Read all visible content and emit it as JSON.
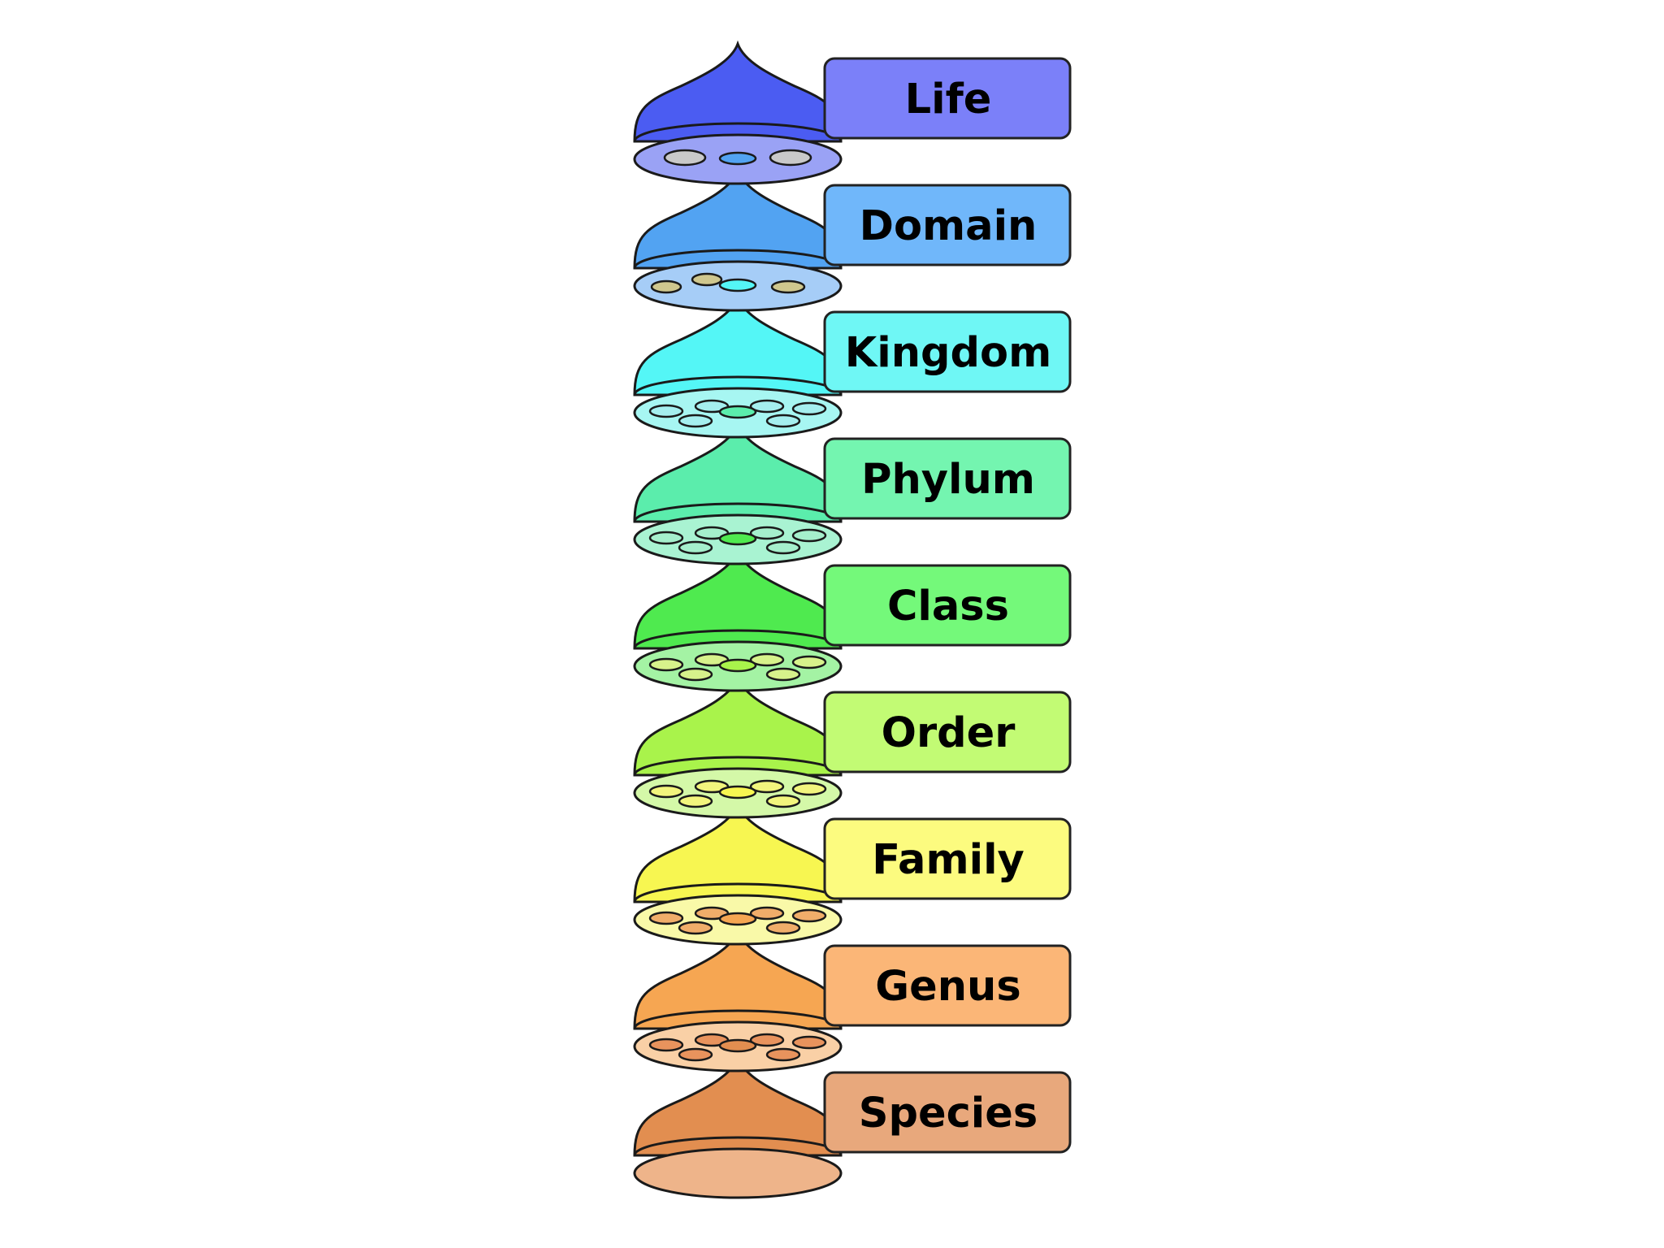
{
  "ranks": [
    {
      "label": "Life",
      "dome_color": "#4b5cf2",
      "disc_color": "#9aa2f5",
      "box_color": "#7b80f9"
    },
    {
      "label": "Domain",
      "dome_color": "#52a3f2",
      "disc_color": "#a6cdf7",
      "box_color": "#70b7fa"
    },
    {
      "label": "Kingdom",
      "dome_color": "#54f6f6",
      "disc_color": "#a7f6f2",
      "box_color": "#6ff7f5"
    },
    {
      "label": "Phylum",
      "dome_color": "#5bedac",
      "disc_color": "#a9f3d2",
      "box_color": "#74f5b0"
    },
    {
      "label": "Class",
      "dome_color": "#4fea4f",
      "disc_color": "#a4f3a4",
      "box_color": "#74f97a"
    },
    {
      "label": "Order",
      "dome_color": "#a9f34b",
      "disc_color": "#d4f8a8",
      "box_color": "#c2fb74"
    },
    {
      "label": "Family",
      "dome_color": "#f7f651",
      "disc_color": "#f9f9a8",
      "box_color": "#fcfb7f"
    },
    {
      "label": "Genus",
      "dome_color": "#f6a652",
      "disc_color": "#f9d0a6",
      "box_color": "#fbb677"
    },
    {
      "label": "Species",
      "dome_color": "#e28e50",
      "disc_color": "#eeb48a",
      "box_color": "#e8a87c"
    }
  ],
  "hole_colors": [
    "#c9c9c9",
    "#cfc78e",
    "#a5efef",
    "#a5efcc",
    "#d7f28b",
    "#f2f57d",
    "#f0ad6a",
    "#e8935d"
  ]
}
